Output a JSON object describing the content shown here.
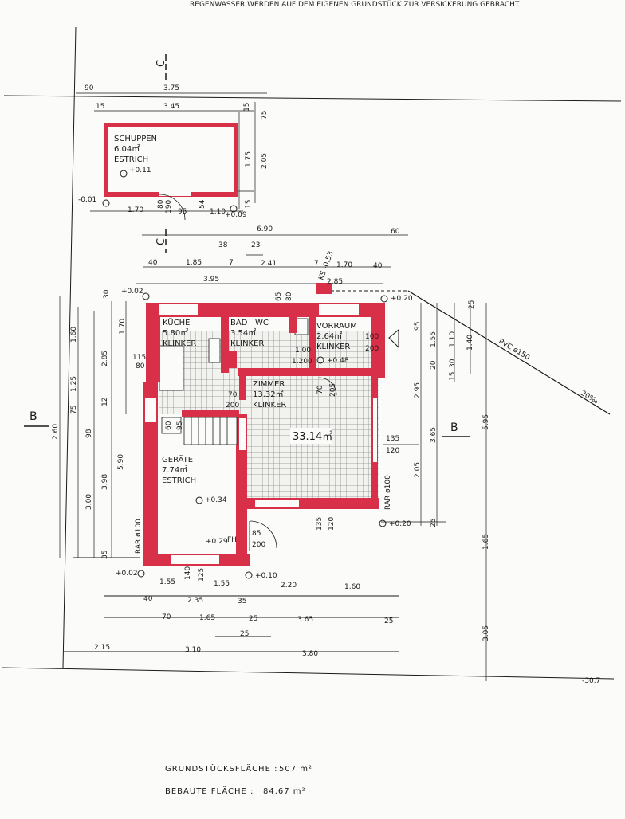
{
  "header": {
    "note": "REGENWASSER WERDEN AUF DEM EIGENEN GRUNDSTÜCK ZUR VERSICKERUNG GEBRACHT."
  },
  "colors": {
    "wall": "#d9304a",
    "line": "#1a1a1a",
    "paper": "#fbfbf9",
    "tile": "#8a8a8a"
  },
  "sections": {
    "c": "C",
    "b": "B"
  },
  "rooms": {
    "schuppen": {
      "name": "SCHUPPEN",
      "area": "6.04㎡",
      "floor": "ESTRICH",
      "level": "+0.11"
    },
    "kueche": {
      "name": "KÜCHE",
      "area": "5.80㎡",
      "floor": "KLINKER"
    },
    "bad": {
      "name": "BAD",
      "area": "3.54㎡",
      "floor": "KLINKER"
    },
    "wc": {
      "name": "WC"
    },
    "vorraum": {
      "name": "VORRAUM",
      "area": "2.64㎡",
      "floor": "KLINKER",
      "level": "+0.48"
    },
    "zimmer": {
      "name": "ZIMMER",
      "area": "13.32㎡",
      "floor": "KLINKER"
    },
    "wohn": {
      "area": "33.14㎡"
    },
    "geraete": {
      "name": "GERÄTE",
      "area": "7.74㎡",
      "floor": "ESTRICH",
      "level": "+0.34"
    }
  },
  "levels": {
    "a": "-0.01",
    "b": "+0.09",
    "c": "+0.02",
    "d": "+0.20",
    "e": "+0.20",
    "f": "+0.02",
    "g": "+0.10",
    "h": "+0.29",
    "road": "-30.7"
  },
  "pipes": {
    "pvc": "PVC ø150",
    "slope": "20‰",
    "ks": "KS -0.53",
    "rar1": "RAR ø100",
    "rar2": "RAR ø100",
    "fh": "FH"
  },
  "dims": {
    "t1": "90",
    "t2": "3.75",
    "t3": "15",
    "t4": "3.45",
    "t5": "15",
    "t6": "75",
    "s1": "1.75",
    "s2": "2.05",
    "s3": "15",
    "s4": "1.70",
    "s5": "80",
    "s6": "190",
    "s7": "95",
    "s8": "54",
    "s9": "1.10",
    "m1": "6.90",
    "m2": "60",
    "m3": "38",
    "m4": "23",
    "m5": "40",
    "m6": "1.85",
    "m7": "7",
    "m8": "2.41",
    "m9": "7",
    "m10": "1.70",
    "m11": "40",
    "m12": "3.95",
    "m13": "2.85",
    "m14": "65",
    "m15": "80",
    "m16": "30",
    "l1": "1.60",
    "l2": "1.25",
    "l3": "75",
    "l4": "2.60",
    "l5": "2.85",
    "l6": "12",
    "l7": "98",
    "l8": "3.00",
    "l9": "3.98",
    "l10": "5.90",
    "l11": "35",
    "l12": "1.70",
    "l13": "115",
    "l14": "80",
    "l15": "60",
    "l16": "95",
    "r1": "25",
    "r2": "95",
    "r3": "1.55",
    "r4": "1.10",
    "r5": "1.40",
    "r6": "20",
    "r7": "30",
    "r8": "15",
    "r9": "2.95",
    "r10": "3.65",
    "r11": "5.95",
    "r12": "2.05",
    "r13": "135",
    "r14": "120",
    "r15": "25",
    "r16": "1.65",
    "r17": "3.05",
    "i1": "100",
    "i2": "200",
    "i3": "70",
    "i4": "200",
    "i5": "1.00",
    "i6": "1.200",
    "i7": "70",
    "i8": "205",
    "i9": "85",
    "i10": "200",
    "i11": "135",
    "i12": "120",
    "i13": "140",
    "i14": "125",
    "b1": "1.55",
    "b2": "1.55",
    "b3": "2.20",
    "b4": "1.60",
    "b5": "40",
    "b6": "2.35",
    "b7": "35",
    "b8": "70",
    "b9": "1.65",
    "b10": "25",
    "b11": "3.65",
    "b12": "25",
    "b13": "25",
    "b14": "2.15",
    "b15": "3.10",
    "b16": "3.80"
  },
  "footer": {
    "plot_label": "GRUNDSTÜCKSFLÄCHE :",
    "plot_value": "507 m²",
    "built_label": "BEBAUTE FLÄCHE :",
    "built_value": "84.67 m²"
  }
}
